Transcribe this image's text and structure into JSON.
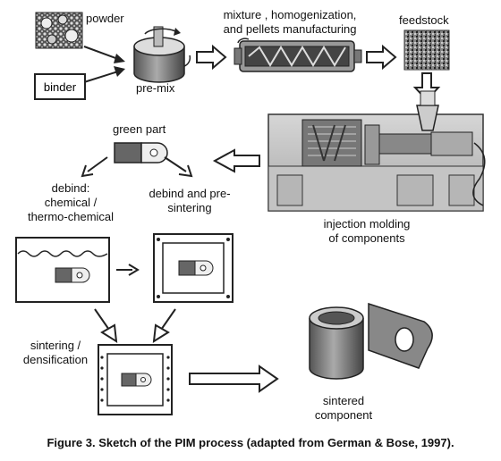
{
  "labels": {
    "powder": "powder",
    "binder": "binder",
    "premix": "pre-mix",
    "mixture_line1": "mixture , homogenization,",
    "mixture_line2": "and pellets manufacturing",
    "feedstock": "feedstock",
    "green_part": "green part",
    "debind_chem_line1": "debind:",
    "debind_chem_line2": "chemical /",
    "debind_chem_line3": "thermo-chemical",
    "debind_pre_line1": "debind and pre-",
    "debind_pre_line2": "sintering",
    "injection_line1": "injection molding",
    "injection_line2": "of components",
    "sintering_line1": "sintering /",
    "sintering_line2": "densification",
    "sintered_line1": "sintered",
    "sintered_line2": "component"
  },
  "caption": "Figure 3. Sketch of the PIM process (adapted from German & Bose, 1997)."
}
